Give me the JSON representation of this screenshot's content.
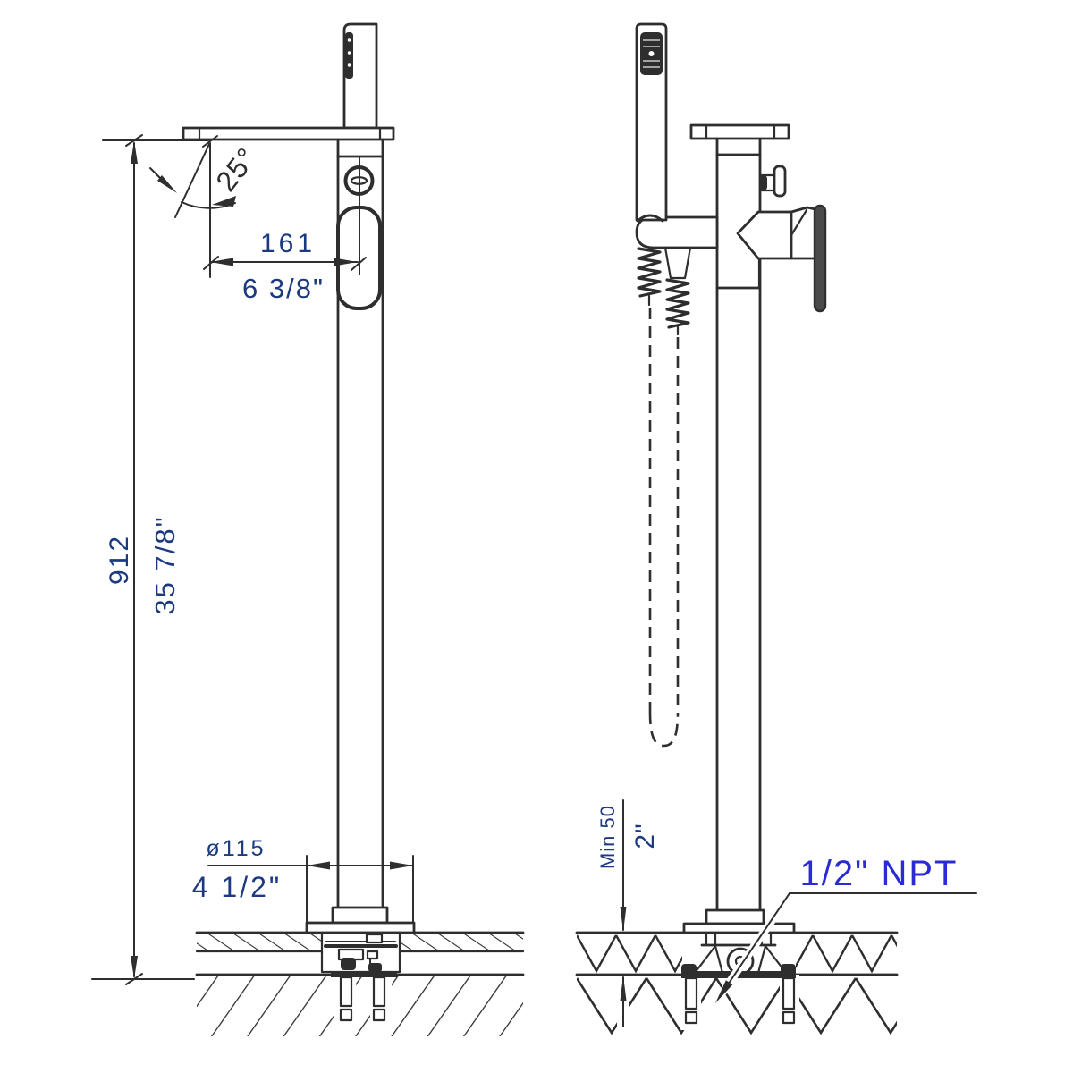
{
  "drawing": {
    "title": "Freestanding tub filler with hand shower - installation dimension drawing",
    "labels": {
      "angle": "25°",
      "spout_reach_mm": "161",
      "spout_reach_in": "6 3/8\"",
      "height_mm": "912",
      "height_in": "35 7/8\"",
      "base_dia_mm": "ø115",
      "base_dia_in": "4 1/2\"",
      "min_depth_mm": "Min 50",
      "min_depth_in": "2\"",
      "npt": "1/2\" NPT"
    },
    "colors": {
      "line": "#2e2e2e",
      "dim_text": "#1c3a80",
      "npt_text": "#2b2bd6",
      "background": "#ffffff"
    }
  }
}
